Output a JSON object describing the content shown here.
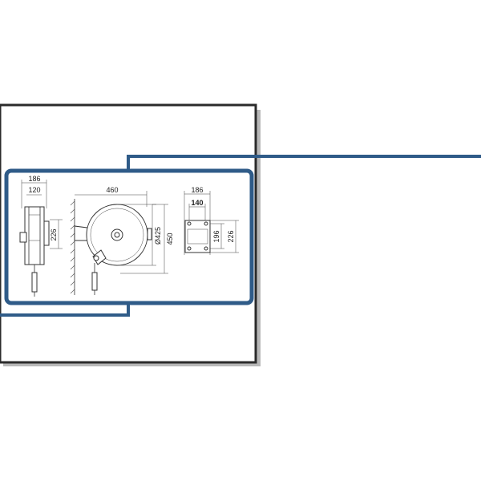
{
  "colors": {
    "frame_blue": "#2f5b88",
    "card_border": "#2b2b2b",
    "shadow": "#9a9a9a",
    "line": "#333333"
  },
  "side_view": {
    "width_outer": "186",
    "width_inner": "120",
    "height_mount": "226"
  },
  "front_view": {
    "depth": "460",
    "diameter": "Ø425",
    "height": "450"
  },
  "bracket_view": {
    "width_outer": "186",
    "width_inner": "140",
    "hole_spacing": "196",
    "height": "226"
  }
}
